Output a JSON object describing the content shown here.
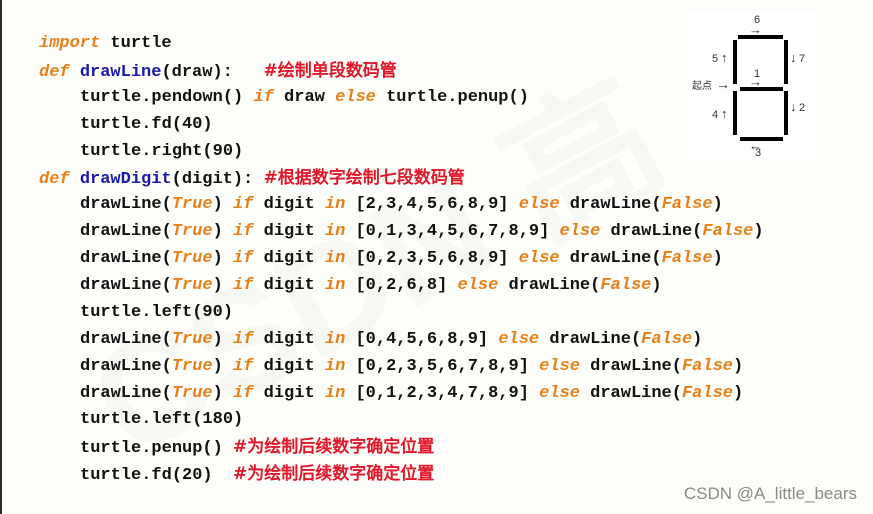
{
  "code": {
    "lines": [
      {
        "indent": false,
        "tokens": [
          {
            "t": "kw",
            "v": "import"
          },
          {
            "t": "p",
            "v": " turtle"
          }
        ]
      },
      {
        "indent": false,
        "tokens": [
          {
            "t": "kw",
            "v": "def"
          },
          {
            "t": "p",
            "v": " "
          },
          {
            "t": "fn",
            "v": "drawLine"
          },
          {
            "t": "p",
            "v": "(draw):   "
          },
          {
            "t": "cm",
            "v": "#绘制单段数码管"
          }
        ]
      },
      {
        "indent": true,
        "tokens": [
          {
            "t": "p",
            "v": "turtle.pendown() "
          },
          {
            "t": "kw",
            "v": "if"
          },
          {
            "t": "p",
            "v": " draw "
          },
          {
            "t": "kw",
            "v": "else"
          },
          {
            "t": "p",
            "v": " turtle.penup()"
          }
        ]
      },
      {
        "indent": true,
        "tokens": [
          {
            "t": "p",
            "v": "turtle.fd(40)"
          }
        ]
      },
      {
        "indent": true,
        "tokens": [
          {
            "t": "p",
            "v": "turtle.right(90)"
          }
        ]
      },
      {
        "indent": false,
        "tokens": [
          {
            "t": "kw",
            "v": "def"
          },
          {
            "t": "p",
            "v": " "
          },
          {
            "t": "fn",
            "v": "drawDigit"
          },
          {
            "t": "p",
            "v": "(digit): "
          },
          {
            "t": "cm",
            "v": "#根据数字绘制七段数码管"
          }
        ]
      },
      {
        "indent": true,
        "tokens": [
          {
            "t": "p",
            "v": "drawLine("
          },
          {
            "t": "bool",
            "v": "True"
          },
          {
            "t": "p",
            "v": ") "
          },
          {
            "t": "kw",
            "v": "if"
          },
          {
            "t": "p",
            "v": " digit "
          },
          {
            "t": "kw",
            "v": "in"
          },
          {
            "t": "p",
            "v": " [2,3,4,5,6,8,9] "
          },
          {
            "t": "kw",
            "v": "else"
          },
          {
            "t": "p",
            "v": " drawLine("
          },
          {
            "t": "bool",
            "v": "False"
          },
          {
            "t": "p",
            "v": ")"
          }
        ]
      },
      {
        "indent": true,
        "tokens": [
          {
            "t": "p",
            "v": "drawLine("
          },
          {
            "t": "bool",
            "v": "True"
          },
          {
            "t": "p",
            "v": ") "
          },
          {
            "t": "kw",
            "v": "if"
          },
          {
            "t": "p",
            "v": " digit "
          },
          {
            "t": "kw",
            "v": "in"
          },
          {
            "t": "p",
            "v": " [0,1,3,4,5,6,7,8,9] "
          },
          {
            "t": "kw",
            "v": "else"
          },
          {
            "t": "p",
            "v": " drawLine("
          },
          {
            "t": "bool",
            "v": "False"
          },
          {
            "t": "p",
            "v": ")"
          }
        ]
      },
      {
        "indent": true,
        "tokens": [
          {
            "t": "p",
            "v": "drawLine("
          },
          {
            "t": "bool",
            "v": "True"
          },
          {
            "t": "p",
            "v": ") "
          },
          {
            "t": "kw",
            "v": "if"
          },
          {
            "t": "p",
            "v": " digit "
          },
          {
            "t": "kw",
            "v": "in"
          },
          {
            "t": "p",
            "v": " [0,2,3,5,6,8,9] "
          },
          {
            "t": "kw",
            "v": "else"
          },
          {
            "t": "p",
            "v": " drawLine("
          },
          {
            "t": "bool",
            "v": "False"
          },
          {
            "t": "p",
            "v": ")"
          }
        ]
      },
      {
        "indent": true,
        "tokens": [
          {
            "t": "p",
            "v": "drawLine("
          },
          {
            "t": "bool",
            "v": "True"
          },
          {
            "t": "p",
            "v": ") "
          },
          {
            "t": "kw",
            "v": "if"
          },
          {
            "t": "p",
            "v": " digit "
          },
          {
            "t": "kw",
            "v": "in"
          },
          {
            "t": "p",
            "v": " [0,2,6,8] "
          },
          {
            "t": "kw",
            "v": "else"
          },
          {
            "t": "p",
            "v": " drawLine("
          },
          {
            "t": "bool",
            "v": "False"
          },
          {
            "t": "p",
            "v": ")"
          }
        ]
      },
      {
        "indent": true,
        "tokens": [
          {
            "t": "p",
            "v": "turtle.left(90)"
          }
        ]
      },
      {
        "indent": true,
        "tokens": [
          {
            "t": "p",
            "v": "drawLine("
          },
          {
            "t": "bool",
            "v": "True"
          },
          {
            "t": "p",
            "v": ") "
          },
          {
            "t": "kw",
            "v": "if"
          },
          {
            "t": "p",
            "v": " digit "
          },
          {
            "t": "kw",
            "v": "in"
          },
          {
            "t": "p",
            "v": " [0,4,5,6,8,9] "
          },
          {
            "t": "kw",
            "v": "else"
          },
          {
            "t": "p",
            "v": " drawLine("
          },
          {
            "t": "bool",
            "v": "False"
          },
          {
            "t": "p",
            "v": ")"
          }
        ]
      },
      {
        "indent": true,
        "tokens": [
          {
            "t": "p",
            "v": "drawLine("
          },
          {
            "t": "bool",
            "v": "True"
          },
          {
            "t": "p",
            "v": ") "
          },
          {
            "t": "kw",
            "v": "if"
          },
          {
            "t": "p",
            "v": " digit "
          },
          {
            "t": "kw",
            "v": "in"
          },
          {
            "t": "p",
            "v": " [0,2,3,5,6,7,8,9] "
          },
          {
            "t": "kw",
            "v": "else"
          },
          {
            "t": "p",
            "v": " drawLine("
          },
          {
            "t": "bool",
            "v": "False"
          },
          {
            "t": "p",
            "v": ")"
          }
        ]
      },
      {
        "indent": true,
        "tokens": [
          {
            "t": "p",
            "v": "drawLine("
          },
          {
            "t": "bool",
            "v": "True"
          },
          {
            "t": "p",
            "v": ") "
          },
          {
            "t": "kw",
            "v": "if"
          },
          {
            "t": "p",
            "v": " digit "
          },
          {
            "t": "kw",
            "v": "in"
          },
          {
            "t": "p",
            "v": " [0,1,2,3,4,7,8,9] "
          },
          {
            "t": "kw",
            "v": "else"
          },
          {
            "t": "p",
            "v": " drawLine("
          },
          {
            "t": "bool",
            "v": "False"
          },
          {
            "t": "p",
            "v": ")"
          }
        ]
      },
      {
        "indent": true,
        "tokens": [
          {
            "t": "p",
            "v": "turtle.left(180)"
          }
        ]
      },
      {
        "indent": true,
        "tokens": [
          {
            "t": "p",
            "v": "turtle.penup() "
          },
          {
            "t": "cm",
            "v": "#为绘制后续数字确定位置"
          }
        ]
      },
      {
        "indent": true,
        "tokens": [
          {
            "t": "p",
            "v": "turtle.fd(20)  "
          },
          {
            "t": "cm",
            "v": "#为绘制后续数字确定位置"
          }
        ]
      }
    ]
  },
  "diagram": {
    "labels": {
      "seg6": "6",
      "seg5": "5",
      "seg7": "7",
      "seg1": "1",
      "start": "起点",
      "seg4": "4",
      "seg2": "2",
      "seg3": "3"
    },
    "arrows": {
      "right": "→",
      "up": "↑",
      "down": "↓",
      "left": "←",
      "start": "⟶"
    }
  },
  "colors": {
    "keyword": "#e8801a",
    "function": "#1a1aa6",
    "comment": "#e0182a",
    "text": "#111111",
    "background": "#fdfdf9"
  },
  "watermark": {
    "text": "CSDN @A_little_bears"
  }
}
